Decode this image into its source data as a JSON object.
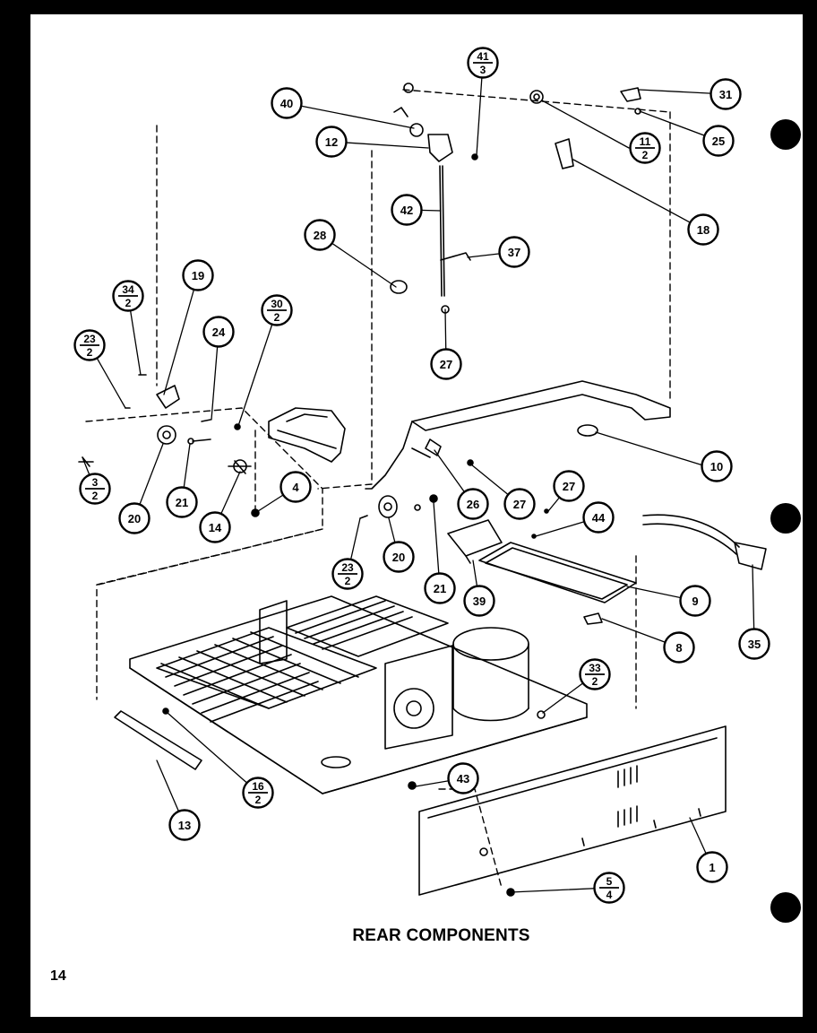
{
  "diagram": {
    "title": "REAR COMPONENTS",
    "page_number": "14",
    "callouts": [
      {
        "id": "c1",
        "num": "1"
      },
      {
        "id": "c3",
        "num": "3",
        "sub": "2"
      },
      {
        "id": "c4",
        "num": "4"
      },
      {
        "id": "c5",
        "num": "5",
        "sub": "4"
      },
      {
        "id": "c8",
        "num": "8"
      },
      {
        "id": "c9",
        "num": "9"
      },
      {
        "id": "c10",
        "num": "10"
      },
      {
        "id": "c11",
        "num": "11",
        "sub": "2"
      },
      {
        "id": "c12",
        "num": "12"
      },
      {
        "id": "c13",
        "num": "13"
      },
      {
        "id": "c14",
        "num": "14"
      },
      {
        "id": "c16",
        "num": "16",
        "sub": "2"
      },
      {
        "id": "c18",
        "num": "18"
      },
      {
        "id": "c19",
        "num": "19"
      },
      {
        "id": "c20a",
        "num": "20"
      },
      {
        "id": "c20b",
        "num": "20"
      },
      {
        "id": "c21a",
        "num": "21"
      },
      {
        "id": "c21b",
        "num": "21"
      },
      {
        "id": "c23a",
        "num": "23",
        "sub": "2"
      },
      {
        "id": "c23b",
        "num": "23",
        "sub": "2"
      },
      {
        "id": "c24",
        "num": "24"
      },
      {
        "id": "c25",
        "num": "25"
      },
      {
        "id": "c26",
        "num": "26"
      },
      {
        "id": "c27a",
        "num": "27"
      },
      {
        "id": "c27b",
        "num": "27"
      },
      {
        "id": "c27c",
        "num": "27"
      },
      {
        "id": "c28",
        "num": "28"
      },
      {
        "id": "c30",
        "num": "30",
        "sub": "2"
      },
      {
        "id": "c31",
        "num": "31"
      },
      {
        "id": "c33",
        "num": "33",
        "sub": "2"
      },
      {
        "id": "c34",
        "num": "34",
        "sub": "2"
      },
      {
        "id": "c35",
        "num": "35"
      },
      {
        "id": "c37",
        "num": "37"
      },
      {
        "id": "c39",
        "num": "39"
      },
      {
        "id": "c40",
        "num": "40"
      },
      {
        "id": "c41",
        "num": "41",
        "sub": "3"
      },
      {
        "id": "c42",
        "num": "42"
      },
      {
        "id": "c43",
        "num": "43"
      },
      {
        "id": "c44",
        "num": "44"
      }
    ]
  }
}
